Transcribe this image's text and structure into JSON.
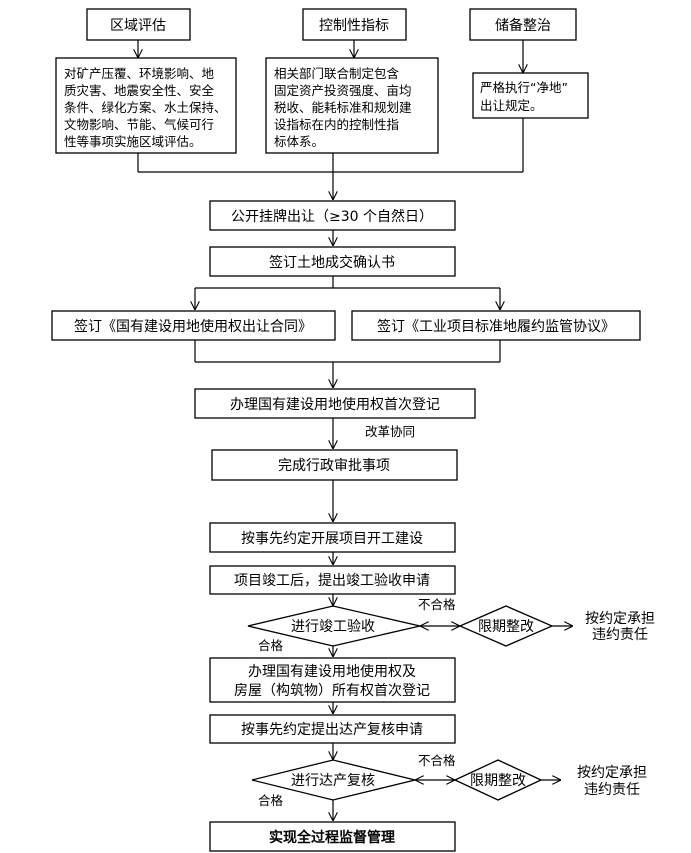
{
  "top": [
    {
      "title": "区域评估",
      "desc": [
        "对矿产压覆、环境影响、地",
        "质灾害、地震安全性、安全",
        "条件、绿化方案、水土保持、",
        "文物影响、节能、气候可行",
        "性等事项实施区域评估。"
      ]
    },
    {
      "title": "控制性指标",
      "desc": [
        "相关部门联合制定包含",
        "固定资产投资强度、亩均",
        "税收、能耗标准和规划建",
        "设指标在内的控制性指",
        "标体系。"
      ]
    },
    {
      "title": "储备整治",
      "desc": [
        "严格执行“净地”",
        "出让规定。"
      ]
    }
  ],
  "steps": {
    "listing": "公开挂牌出让（≥30 个自然日）",
    "confirm": "签订土地成交确认书",
    "contract_a": "签订《国有建设用地使用权出让合同》",
    "contract_b": "签订《工业项目标准地履约监管协议》",
    "first_reg": "办理国有建设用地使用权首次登记",
    "reform_label": "改革协同",
    "approval": "完成行政审批事项",
    "construction": "按事先约定开展项目开工建设",
    "completion_apply": "项目竣工后，提出竣工验收申请",
    "acceptance": "进行竣工验收",
    "property_reg": [
      "办理国有建设用地使用权及",
      "房屋（构筑物）所有权首次登记"
    ],
    "output_apply": "按事先约定提出达产复核申请",
    "output_review": "进行达产复核",
    "final": "实现全过程监督管理"
  },
  "branch": {
    "fail": "不合格",
    "pass": "合格",
    "rectify": "限期整改",
    "liability": [
      "按约定承担",
      "违约责任"
    ]
  }
}
